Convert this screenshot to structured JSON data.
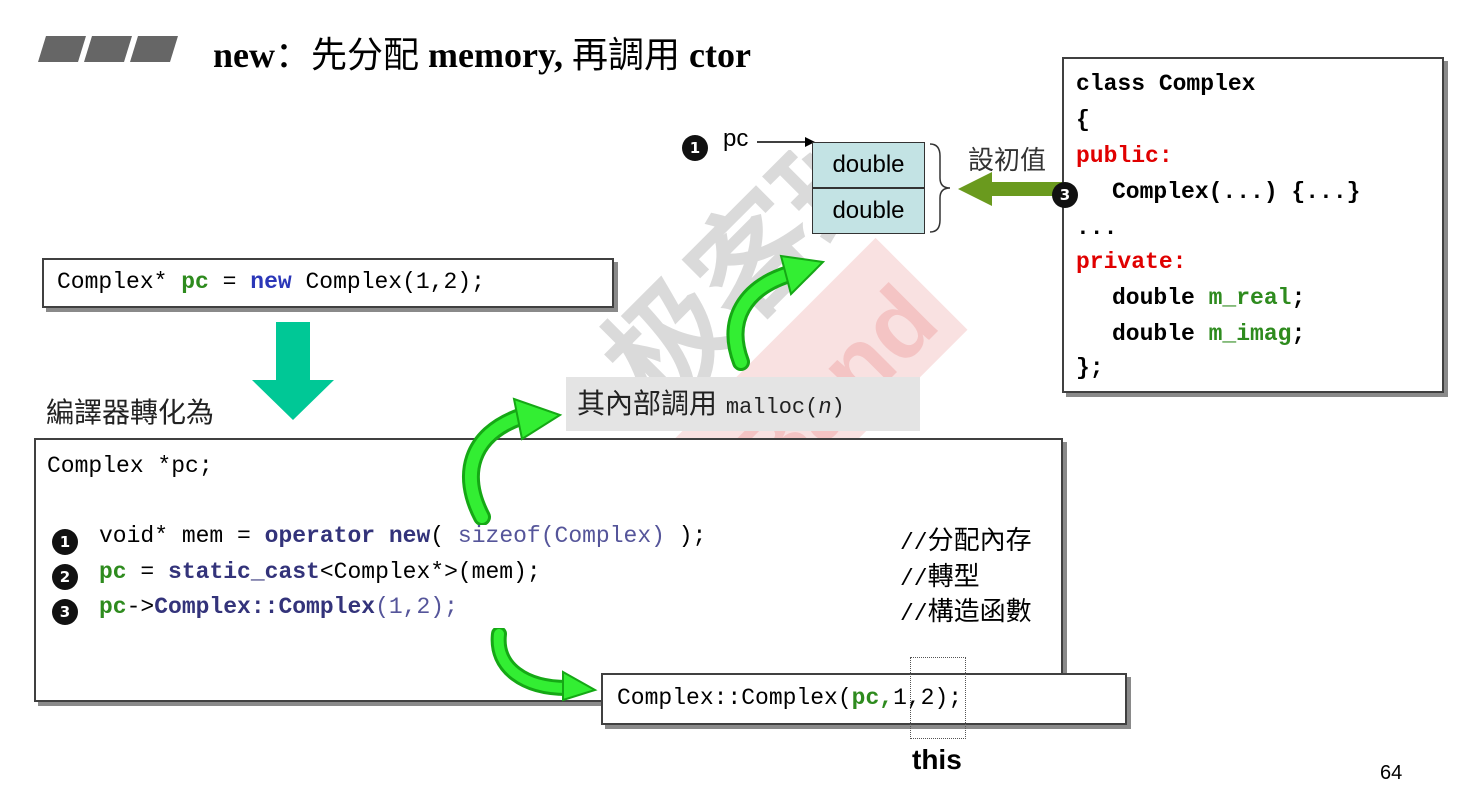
{
  "title": {
    "en1": "new",
    "sep": "：",
    "cjk1": "先分配",
    "en2": " memory, ",
    "cjk2": "再調用",
    "en3": " ctor"
  },
  "code_top": {
    "type": "Complex*",
    "var": "pc",
    "eq": " = ",
    "kw": "new",
    "rest": " Complex(1,2);"
  },
  "convert_label": "編譯器轉化為",
  "code_main": {
    "line0": "Complex *pc;",
    "line1": {
      "num": "1",
      "a": "void* mem = ",
      "kw1": "operator",
      "sp": " ",
      "kw2": "new",
      "b": "( ",
      "c": "sizeof(Complex)",
      "d": " );",
      "comment_slash": "//",
      "comment": "分配內存"
    },
    "line2": {
      "num": "2",
      "var": "pc",
      "a": " = ",
      "kw": "static_cast",
      "b": "<Complex*>(mem);",
      "comment_slash": "//",
      "comment": "轉型"
    },
    "line3": {
      "num": "3",
      "var": "pc",
      "a": "->",
      "kw": "Complex::Complex",
      "b": "(1,2);",
      "comment_slash": "//",
      "comment": "構造函數"
    }
  },
  "code_bottom": {
    "a": "Complex::Complex(",
    "var": "pc,",
    "b": "1,2);"
  },
  "this_label": "this",
  "malloc_label": {
    "cjk": "其內部調用 ",
    "code": "malloc(",
    "arg": "n",
    "close": ")"
  },
  "memory": {
    "pc_num": "1",
    "pc": "pc",
    "cell1": "double",
    "cell2": "double",
    "init": "設初值"
  },
  "class_code": {
    "l1": "class Complex",
    "l2": "{",
    "l3": "public:",
    "l4_num": "3",
    "l4": "Complex(...) {...}",
    "l5": "...",
    "l6": "private:",
    "l7_type": "double ",
    "l7_var": "m_real",
    "l7_end": ";",
    "l8_type": "double ",
    "l8_var": "m_imag",
    "l8_end": ";",
    "l9": "};"
  },
  "watermark": {
    "text_cjk": "极客班",
    "text_en": "GeekBand"
  },
  "page_number": "64",
  "colors": {
    "green_code": "#2e8b1e",
    "blue_kw": "#2b37b8",
    "red_access": "#e00000",
    "memory_cell": "#c3e3e4",
    "arrow_green": "#22dd22",
    "teal_arrow": "#00c896"
  }
}
